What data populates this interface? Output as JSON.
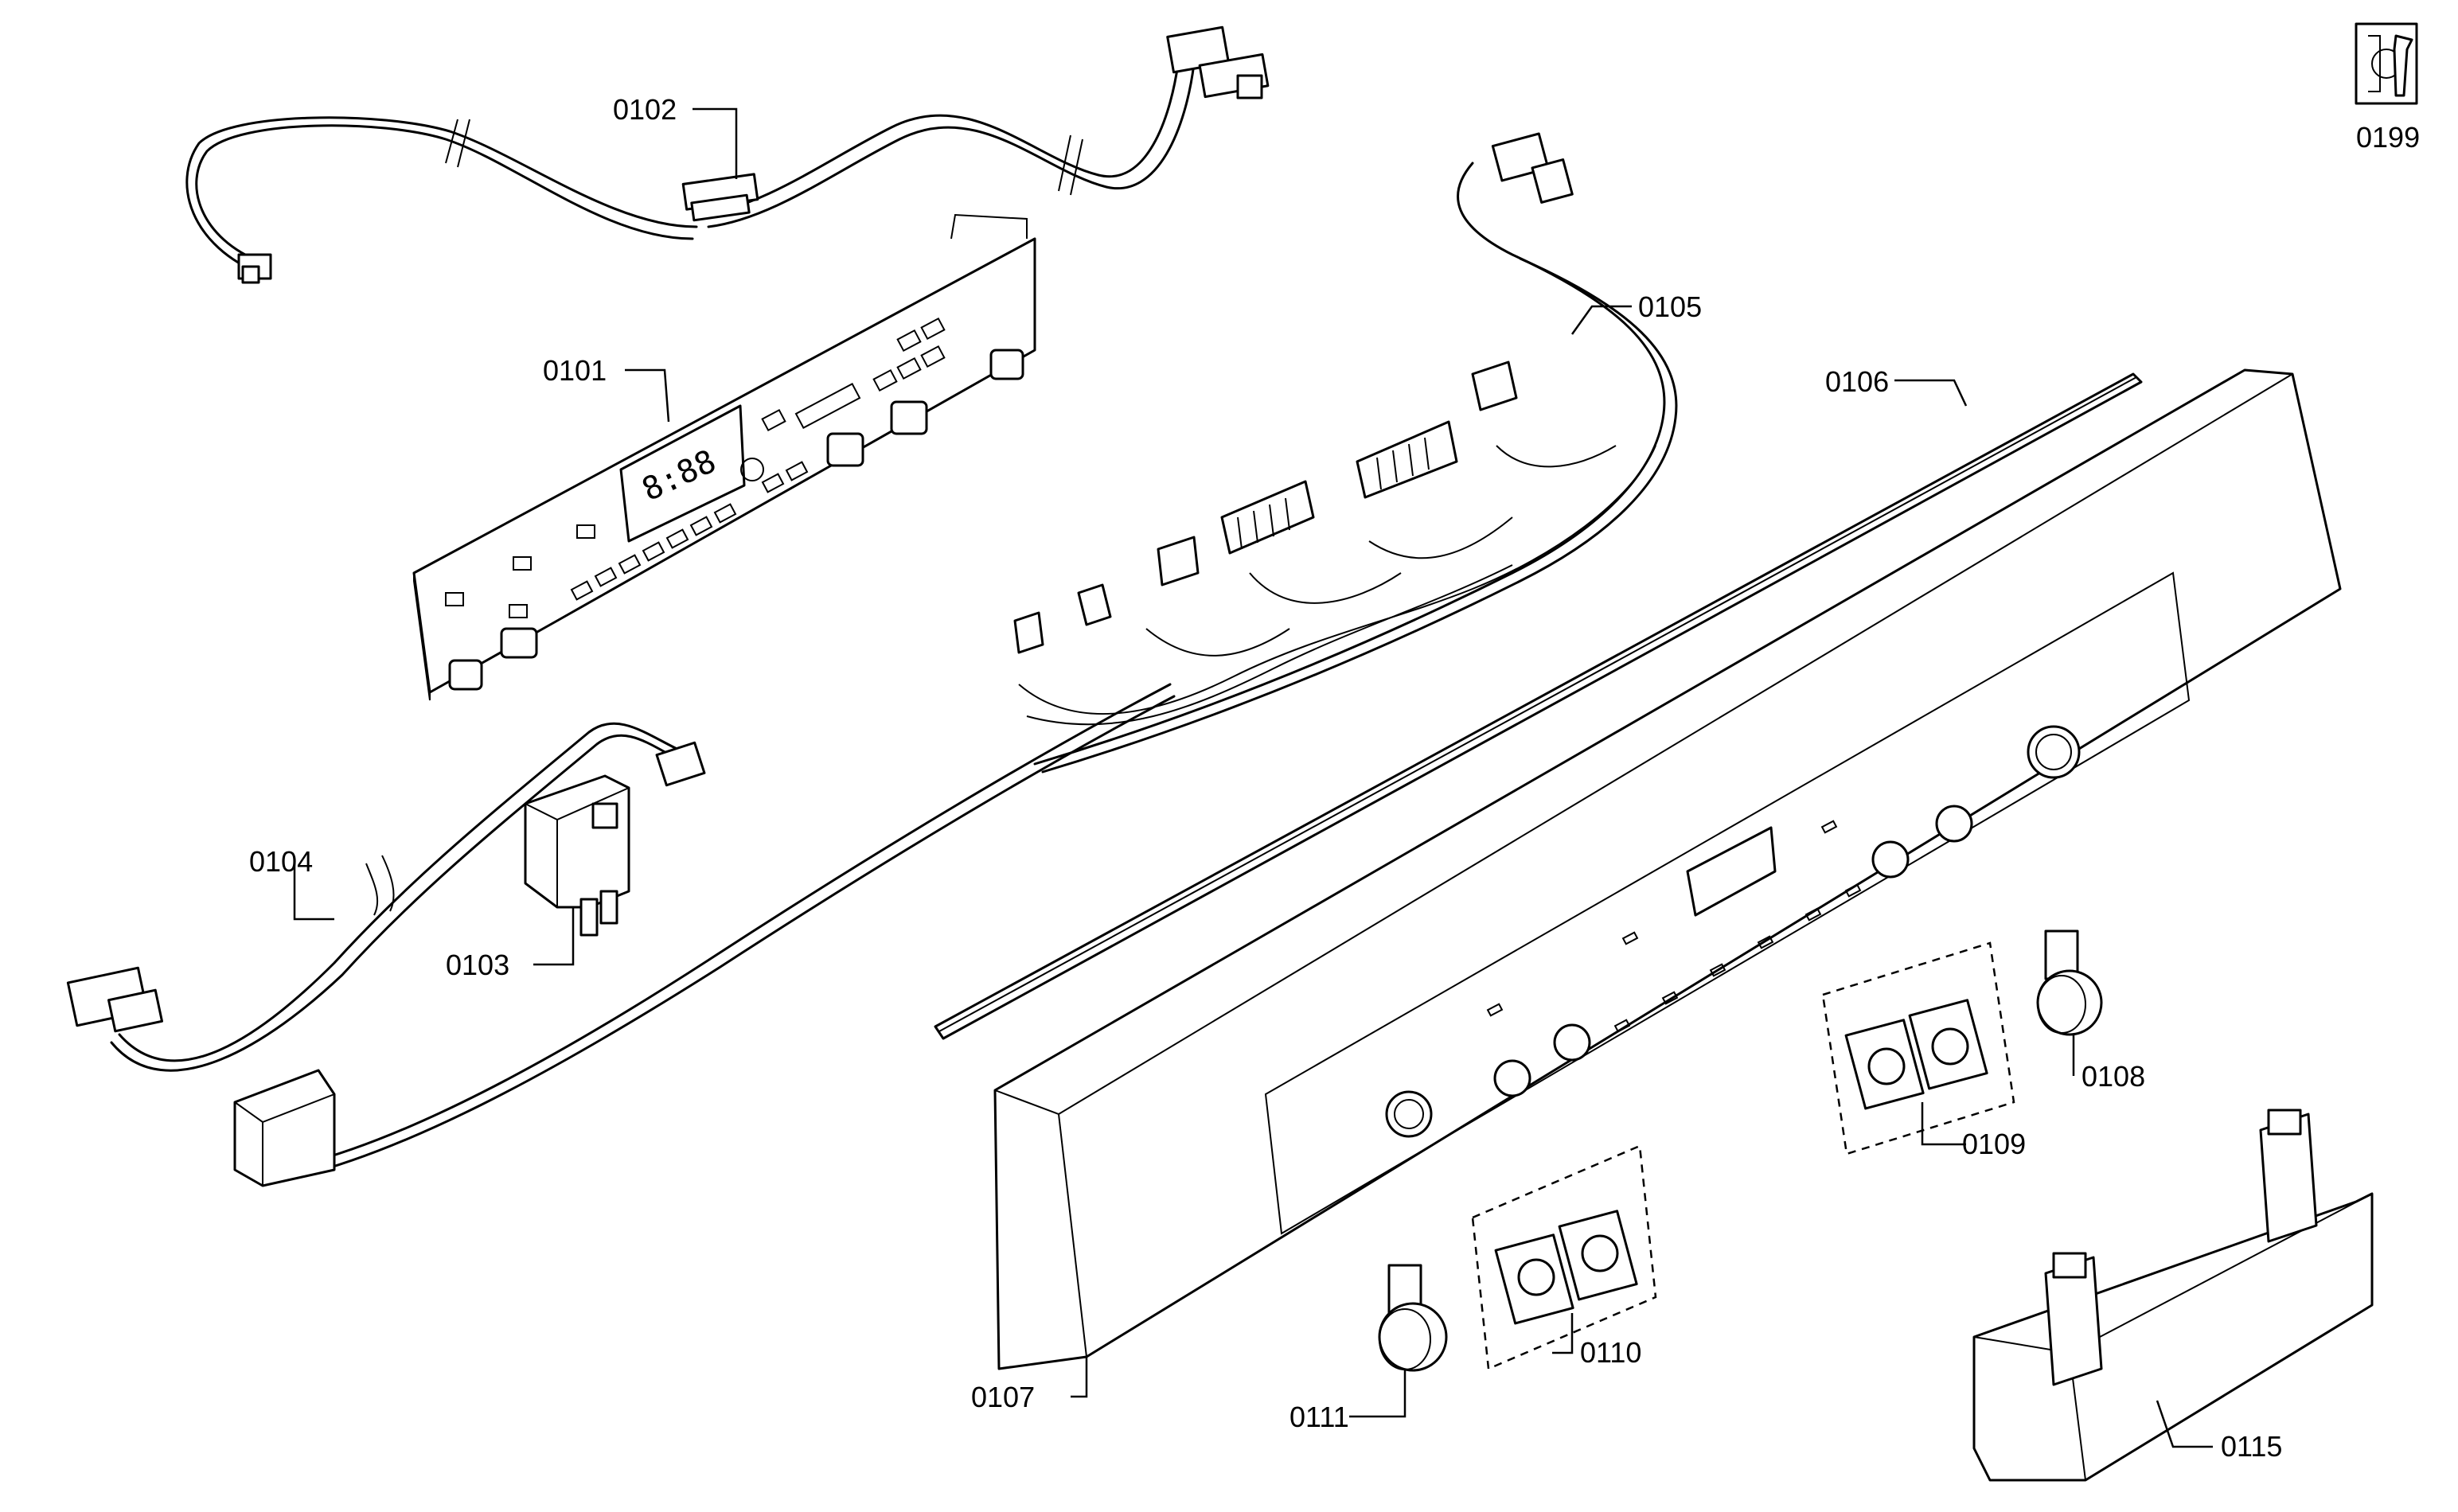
{
  "labels": {
    "p0101": "0101",
    "p0102": "0102",
    "p0103": "0103",
    "p0104": "0104",
    "p0105": "0105",
    "p0106": "0106",
    "p0107": "0107",
    "p0108": "0108",
    "p0109": "0109",
    "p0110": "0110",
    "p0111": "0111",
    "p0115": "0115",
    "p0199": "0199"
  },
  "display_text": "8:88",
  "icons": {
    "tool": "wrench-icon"
  }
}
